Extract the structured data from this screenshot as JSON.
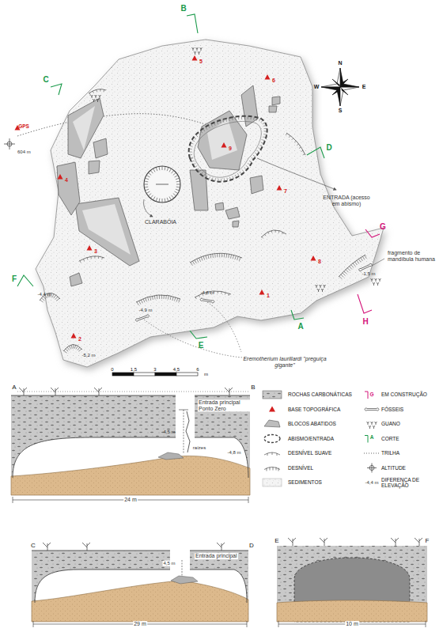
{
  "diagram": {
    "labels": [
      "B",
      "C",
      "D",
      "A",
      "E",
      "F",
      "G",
      "H",
      "5",
      "6",
      "9",
      "4",
      "7",
      "3",
      "8",
      "1",
      "2",
      "GPS",
      "604 m",
      "CLARABÓIA",
      "ENTRADA (acesso em abismo)",
      "fragmento de mandíbula humana",
      "Eremotherium laurillardi \"preguiça gigante\"",
      "-4,4 m",
      "-4,9 m",
      "-4,8 m",
      "-5,2 m",
      "-1,5 m",
      "0",
      "1,5",
      "3",
      "4,5",
      "6",
      "m",
      "N",
      "S",
      "W",
      "E",
      "A",
      "B",
      "Entrada principal Ponto Zero",
      "4,5 m",
      "raízes",
      "24 m",
      "-4,8 m",
      "C",
      "D",
      "Entrada principal",
      "4,5 m",
      "29 m",
      "E",
      "F",
      "10 m",
      "G",
      "A",
      "-4,4 m"
    ],
    "legend": [
      {
        "text": "ROCHAS CARBONÁTICAS"
      },
      {
        "text": "BASE TOPOGRÁFICA"
      },
      {
        "text": "BLOCOS ABATIDOS"
      },
      {
        "text": "ABISMO/ENTRADA"
      },
      {
        "text": "DESNÍVEL SUAVE"
      },
      {
        "text": "DESNÍVEL"
      },
      {
        "text": "SEDIMENTOS"
      },
      {
        "text": "EM CONSTRUÇÃO"
      },
      {
        "text": "FÓSSEIS"
      },
      {
        "text": "GUANO"
      },
      {
        "text": "CORTE"
      },
      {
        "text": "TRILHA"
      },
      {
        "text": "ALTITUDE"
      },
      {
        "text": "DIFERENÇA DE ELEVAÇÃO"
      }
    ]
  }
}
